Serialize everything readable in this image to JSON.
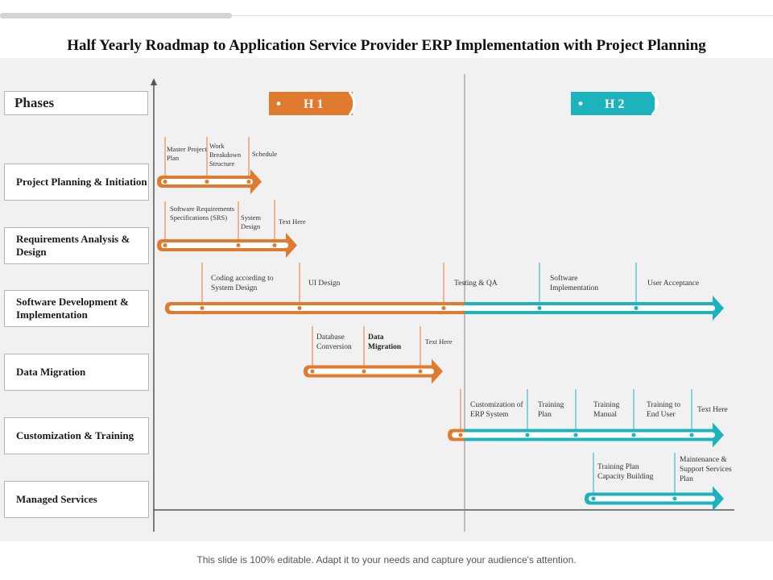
{
  "title": "Half Yearly Roadmap to Application Service Provider ERP Implementation with Project Planning",
  "phases_header": "Phases",
  "periods": [
    "H 1",
    "H 2"
  ],
  "phases": [
    "Project Planning & Initiation",
    "Requirements Analysis & Design",
    "Software Development & Implementation",
    "Data Migration",
    "Customization & Training",
    "Managed Services"
  ],
  "milestones": {
    "planning": [
      "Master Project Plan",
      "Work Breakdown Structure",
      "Schedule"
    ],
    "requirements": [
      "Software Requirements Specifications (SRS)",
      "System Design",
      "Text Here"
    ],
    "development": [
      "Coding according to System Design",
      "UI Design",
      "Testing & QA",
      "Software Implementation",
      "User Acceptance"
    ],
    "migration": [
      "Database Conversion",
      "Data Migration",
      "Text Here"
    ],
    "customization": [
      "Customization of ERP System",
      "Training Plan",
      "Training Manual",
      "Training to End User",
      "Text Here"
    ],
    "managed": [
      "Training Plan Capacity Building",
      "Maintenance & Support Services Plan"
    ]
  },
  "colors": {
    "h1": "#e07a2e",
    "h2": "#1db3bd",
    "grid": "#555555"
  },
  "footer": "This slide is 100% editable. Adapt it to your needs and capture your audience's attention."
}
